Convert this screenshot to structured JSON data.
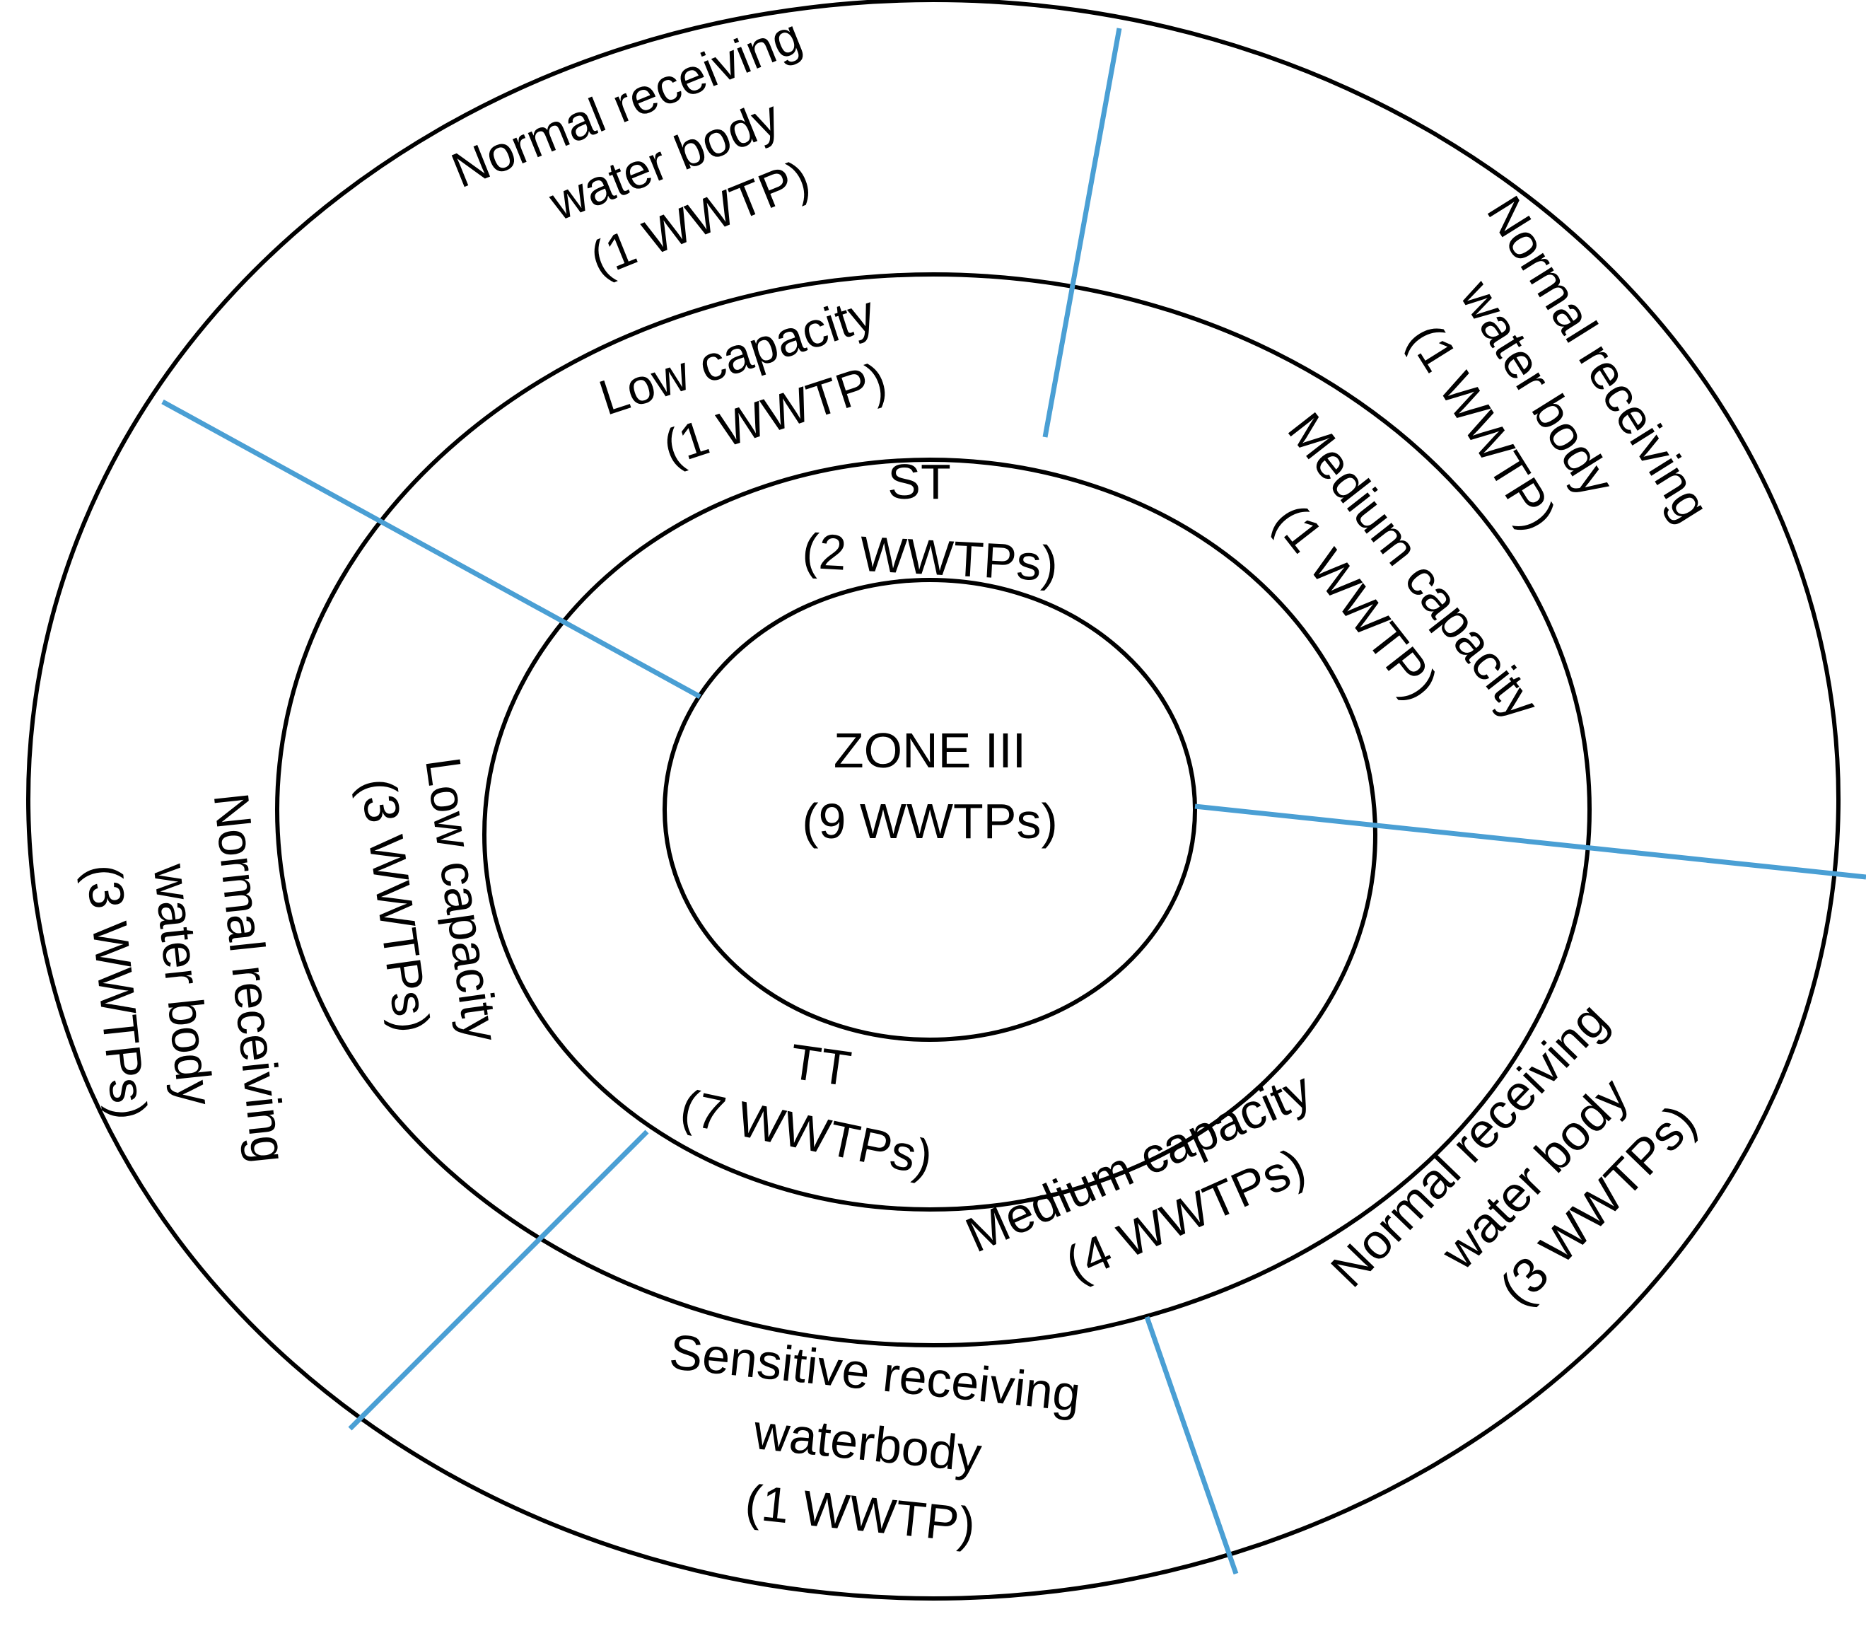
{
  "diagram": {
    "center": {
      "title": "ZONE III",
      "count": "(9 WWTPs)"
    },
    "treatment": {
      "st": {
        "title": "ST",
        "count": "(2 WWTPs)"
      },
      "tt": {
        "title": "TT",
        "count": "(7 WWTPs)"
      }
    },
    "capacity": {
      "st_low": {
        "title": "Low capacity",
        "count": "(1 WWTP)"
      },
      "st_medium": {
        "title": "Medium capacity",
        "count": "(1 WWTP)"
      },
      "tt_low": {
        "title": "Low capacity",
        "count": "(3 WWTPs)"
      },
      "tt_medium": {
        "title": "Medium capacity",
        "count": "(4 WWTPs)"
      }
    },
    "receiving": {
      "top_left": {
        "line1": "Normal receiving",
        "line2": "water body",
        "count": "(1 WWTP)"
      },
      "top_right": {
        "line1": "Normal receiving",
        "line2": "water body",
        "count": "(1 WWTP)"
      },
      "left": {
        "line1": "Normal receiving",
        "line2": "water body",
        "count": "(3 WWTPs)"
      },
      "bottom_right": {
        "line1": "Normal receiving",
        "line2": "water body",
        "count": "(3 WWTPs)"
      },
      "bottom": {
        "line1": "Sensitive receiving",
        "line2": "waterbody",
        "count": "(1 WWTP)"
      }
    },
    "colors": {
      "ring_stroke": "#000000",
      "divider": "#4a9fd4",
      "text": "#000000"
    }
  }
}
